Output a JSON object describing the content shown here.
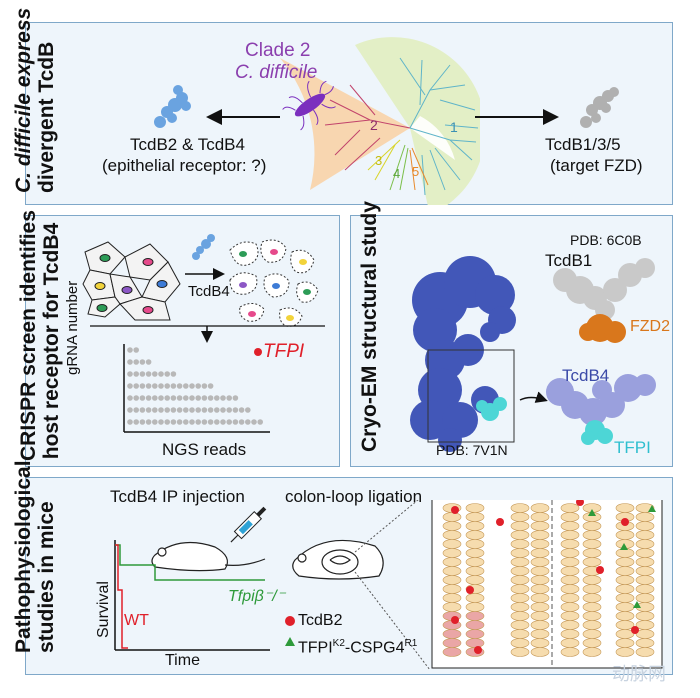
{
  "panel1": {
    "side_title_line1": "C. difficile express",
    "side_title_line2": "divergent TcdB",
    "clade_title": "Clade 2",
    "clade_species": "C. difficile",
    "clade_numbers": [
      "1",
      "2",
      "3",
      "4",
      "5"
    ],
    "left_label_line1": "TcdB2 & TcdB4",
    "left_label_line2": "(epithelial receptor: ?)",
    "right_label_line1": "TcdB1/3/5",
    "right_label_line2": "(target FZD)"
  },
  "panel2": {
    "side_title_line1": "CRISPR screen identifies",
    "side_title_line2": "host receptor for TcdB4",
    "toxin_label": "TcdB4",
    "y_axis": "gRNA number",
    "x_axis": "NGS reads",
    "hit_label": "TFPI"
  },
  "panel3": {
    "side_title": "Cryo-EM structural study",
    "pdb_top": "PDB: 6C0B",
    "tcdb1_label": "TcdB1",
    "fzd2_label": "FZD2",
    "tcdb4_label": "TcdB4",
    "tfpi_label": "TFPI",
    "pdb_bottom": "PDB: 7V1N"
  },
  "panel4": {
    "side_title_line1": "Pathophysiological",
    "side_title_line2": "studies in mice",
    "ip_label": "TcdB4 IP injection",
    "loop_label": "colon-loop ligation",
    "survival_label": "Survival",
    "time_label": "Time",
    "ko_label": "Tfpiβ⁻/⁻",
    "wt_label": "WT",
    "legend_tcdb2": "TcdB2",
    "legend_tfpi_main": "TFPI",
    "legend_tfpi_sup1": "K2",
    "legend_tfpi_mid": "-CSPG4",
    "legend_tfpi_sup2": "R1"
  },
  "watermark": "动脉网",
  "colors": {
    "panel_border": "#7fa8c9",
    "panel_bg": "#eef5fb",
    "clade2_wedge": "#f8d6b0",
    "clade1": "#5fb4c9",
    "clade4": "#7bbf4a",
    "clade5": "#e88a2c",
    "bacterium": "#7b2fbe",
    "tcdb_blue": "#4257b8",
    "tcdb4_lavender": "#9aa0dd",
    "tfpi_cyan": "#4dd6d6",
    "fzd2_orange": "#d9771c",
    "tfpi_red": "#e0202a",
    "ko_green": "#2e9a3a"
  }
}
